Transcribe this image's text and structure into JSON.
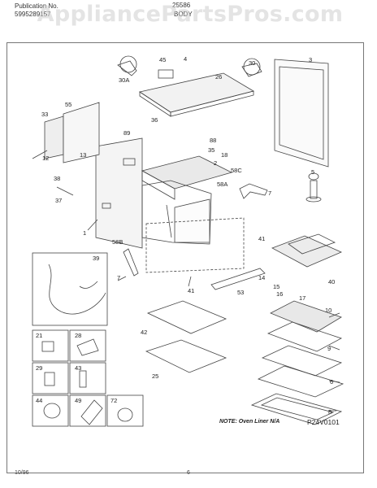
{
  "header": {
    "publication_label": "Publication No.",
    "publication_number": "5995289157",
    "model": "25586",
    "section": "BODY"
  },
  "watermark": "AppliancePartsPros.com",
  "note": "NOTE: Oven Liner N/A",
  "diagram_code": "P24V0101",
  "footer": {
    "date": "10/96",
    "page": "6"
  },
  "callouts": [
    "45",
    "4",
    "30",
    "30A",
    "26",
    "3",
    "33",
    "55",
    "36",
    "89",
    "88",
    "35",
    "18",
    "2",
    "58C",
    "12",
    "13",
    "38",
    "37",
    "58A",
    "5",
    "1",
    "58B",
    "41",
    "7",
    "7",
    "39",
    "41",
    "53",
    "14",
    "15",
    "16",
    "40",
    "17",
    "21",
    "28",
    "10",
    "42",
    "9",
    "25",
    "29",
    "43",
    "6",
    "44",
    "49",
    "72",
    "8"
  ]
}
